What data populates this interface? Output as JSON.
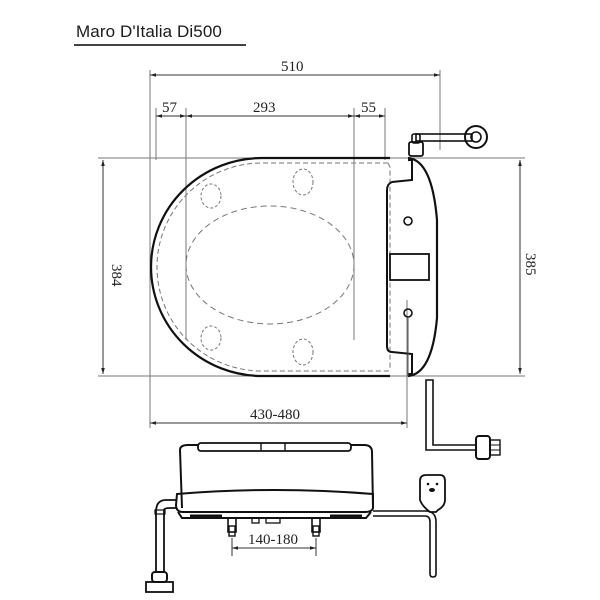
{
  "title": "Maro D'Italia Di500",
  "dimensions": {
    "overall_length": "510",
    "left_offset": "57",
    "hinge_span": "293",
    "right_offset": "55",
    "width_left": "384",
    "width_right": "385",
    "fixing_range": "430-480",
    "bolt_spacing": "140-180"
  },
  "views": {
    "top": "top-view-seat-outline",
    "side": "side-view-seat-profile"
  },
  "colors": {
    "line": "#1a1a1a",
    "dim_line": "#555555",
    "hidden_line": "#777777",
    "background": "#ffffff"
  }
}
